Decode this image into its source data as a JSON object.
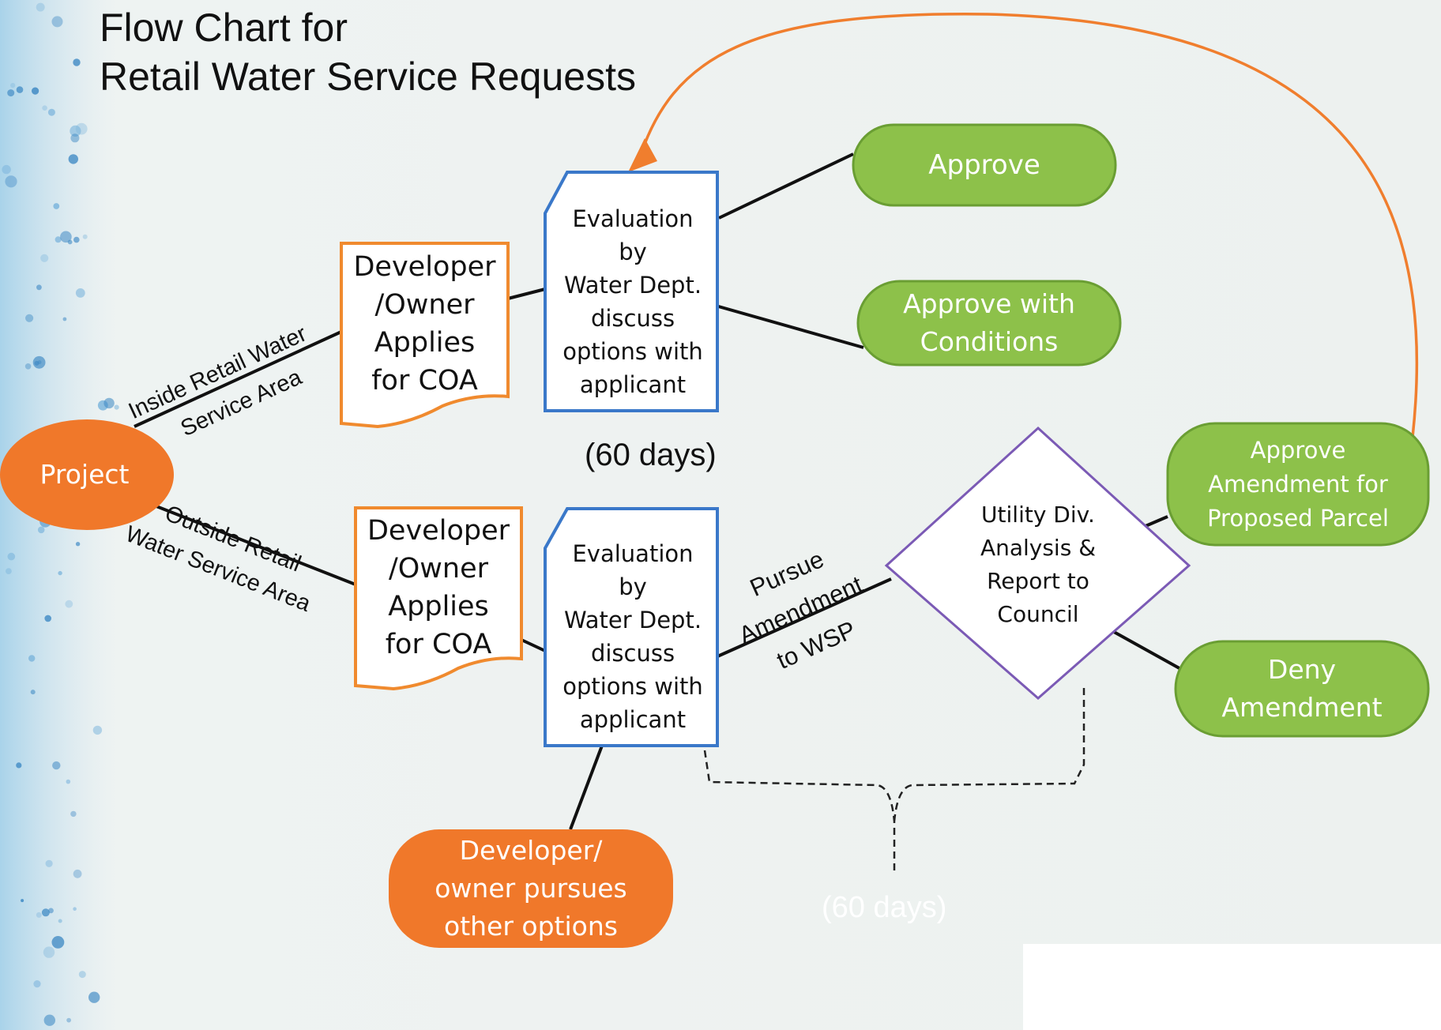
{
  "title": "Flow Chart for\nRetail Water Service Requests",
  "nodes": {
    "project": "Project",
    "developer_inside": "Developer\n/Owner\nApplies\nfor COA",
    "developer_outside": "Developer\n/Owner\nApplies\nfor COA",
    "evaluation_top": "Evaluation\nby\nWater Dept.\ndiscuss\noptions with\napplicant",
    "evaluation_bottom": "Evaluation\nby\nWater Dept.\ndiscuss\noptions with\napplicant",
    "approve": "Approve",
    "approve_conditions": "Approve with\nConditions",
    "utility_analysis": "Utility Div.\nAnalysis &\nReport to\nCouncil",
    "approve_amendment": "Approve\nAmendment for\nProposed Parcel",
    "deny_amendment": "Deny\nAmendment",
    "developer_other": "Developer/\nowner pursues\nother options"
  },
  "labels": {
    "inside_line1": "Inside Retail Water",
    "inside_line2": "Service Area",
    "outside_line1": "Outside Retail",
    "outside_line2": "Water Service Area",
    "pursue_line1": "Pursue",
    "pursue_line2": "Amendment",
    "pursue_line3": "to WSP",
    "days_top": "(60 days)",
    "days_bottom": "(60 days)"
  },
  "colors": {
    "orange": "#f0782a",
    "green": "#8dc14a",
    "green_border": "#6a9e33",
    "blue_border": "#3a78c9",
    "doc_border": "#f08a2e"
  }
}
